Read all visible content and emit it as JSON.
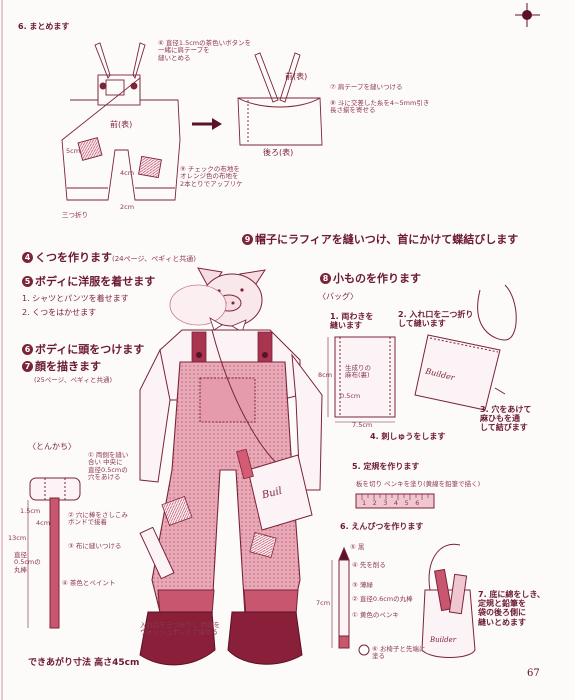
{
  "page_number": "67",
  "step6": {
    "title": "6. まとめます",
    "note_button": "⑥ 直径1.5cmの茶色いボタンを\n一緒に肩テープを\n縫いとめる",
    "label_front": "前(表)",
    "label_front2": "前(表)",
    "label_back": "後ろ(表)",
    "note_strap": "⑦ 肩テープを縫いつける",
    "note_cross": "⑧ 斗に交差した糸を4~5mm引き\n長さ揃を寄せる",
    "label_fold": "三つ折り",
    "label_2cm": "2cm",
    "label_5cm": "5cm",
    "label_4cm": "4cm",
    "note_check": "⑨ チェックの布地を\nオレンジ色の布地を\n2本とりでアップリケ"
  },
  "step9": {
    "num": "9",
    "title": "帽子にラフィアを縫いつけ、首にかけて蝶結びします"
  },
  "step4": {
    "num": "4",
    "title": "くつを作ります",
    "ref": "(24ページ、ペギィと共通)"
  },
  "step5": {
    "num": "5",
    "title": "ボディに洋服を着せます",
    "items": [
      "1. シャツとパンツを着せます",
      "2. くつをはかせます"
    ]
  },
  "step6b": {
    "num": "6",
    "title": "ボディに頭をつけます"
  },
  "step7": {
    "num": "7",
    "title": "顔を描きます",
    "ref": "(25ページ、ペギィと共通)"
  },
  "step8": {
    "num": "8",
    "title": "小ものを作ります",
    "bag_label": "〈バッグ〉",
    "bag1": "1. 両わきを\n縫います",
    "bag2": "2. 入れ口を二つ折り\nして縫います",
    "bag3": "3. 穴をあけて\n麻ひもを通\nして結びます",
    "bag4": "4. 刺しゅうをします",
    "bag_inner": "生成りの\n麻布(裏)",
    "bag_word": "Builder",
    "dim_05": "0.5cm",
    "dim_8": "8cm",
    "dim_75": "7.5cm",
    "step5_title": "5. 定規を作ります",
    "ruler_note": "板を切り ペンキを塗り(黄線を鉛筆で描く)",
    "ruler_marks": [
      "1",
      "2",
      "3",
      "4",
      "5",
      "6"
    ],
    "step6_title": "6. えんぴつを作ります",
    "pencil_notes": [
      "⑤ 黒",
      "④ 先を削る",
      "③ 薄緑",
      "② 直径0.6cmの丸棒",
      "① 黄色のペンキ"
    ],
    "pencil_7cm": "7cm",
    "pencil_bottom": "⑥ お椅子と先端に\n塗る",
    "step7_title": "7. 底に綿をしき、\n定規と鉛筆を\n袋の後ろ側に\n縫いとめます"
  },
  "hammer": {
    "label": "〈とんかち〉",
    "notes": [
      "① 両側を縫い\n合い 中央に\n直径0.5cmの\n穴をあける",
      "② 穴に棒をさしこみ\nボンドで接着",
      "③ 布に縫いつける",
      "④ 茶色とペイント"
    ],
    "dim_15": "1.5cm",
    "dim_4": "4cm",
    "dim_13": "13cm",
    "dim_rod": "直径\n0.5cmの\n丸棒"
  },
  "shoe_note": "入れ口を三つ折りし 両端を\nウォッシュボンドで留める",
  "final": "できあがり寸法 高さ45cm",
  "figure_bag_word": "Buil"
}
